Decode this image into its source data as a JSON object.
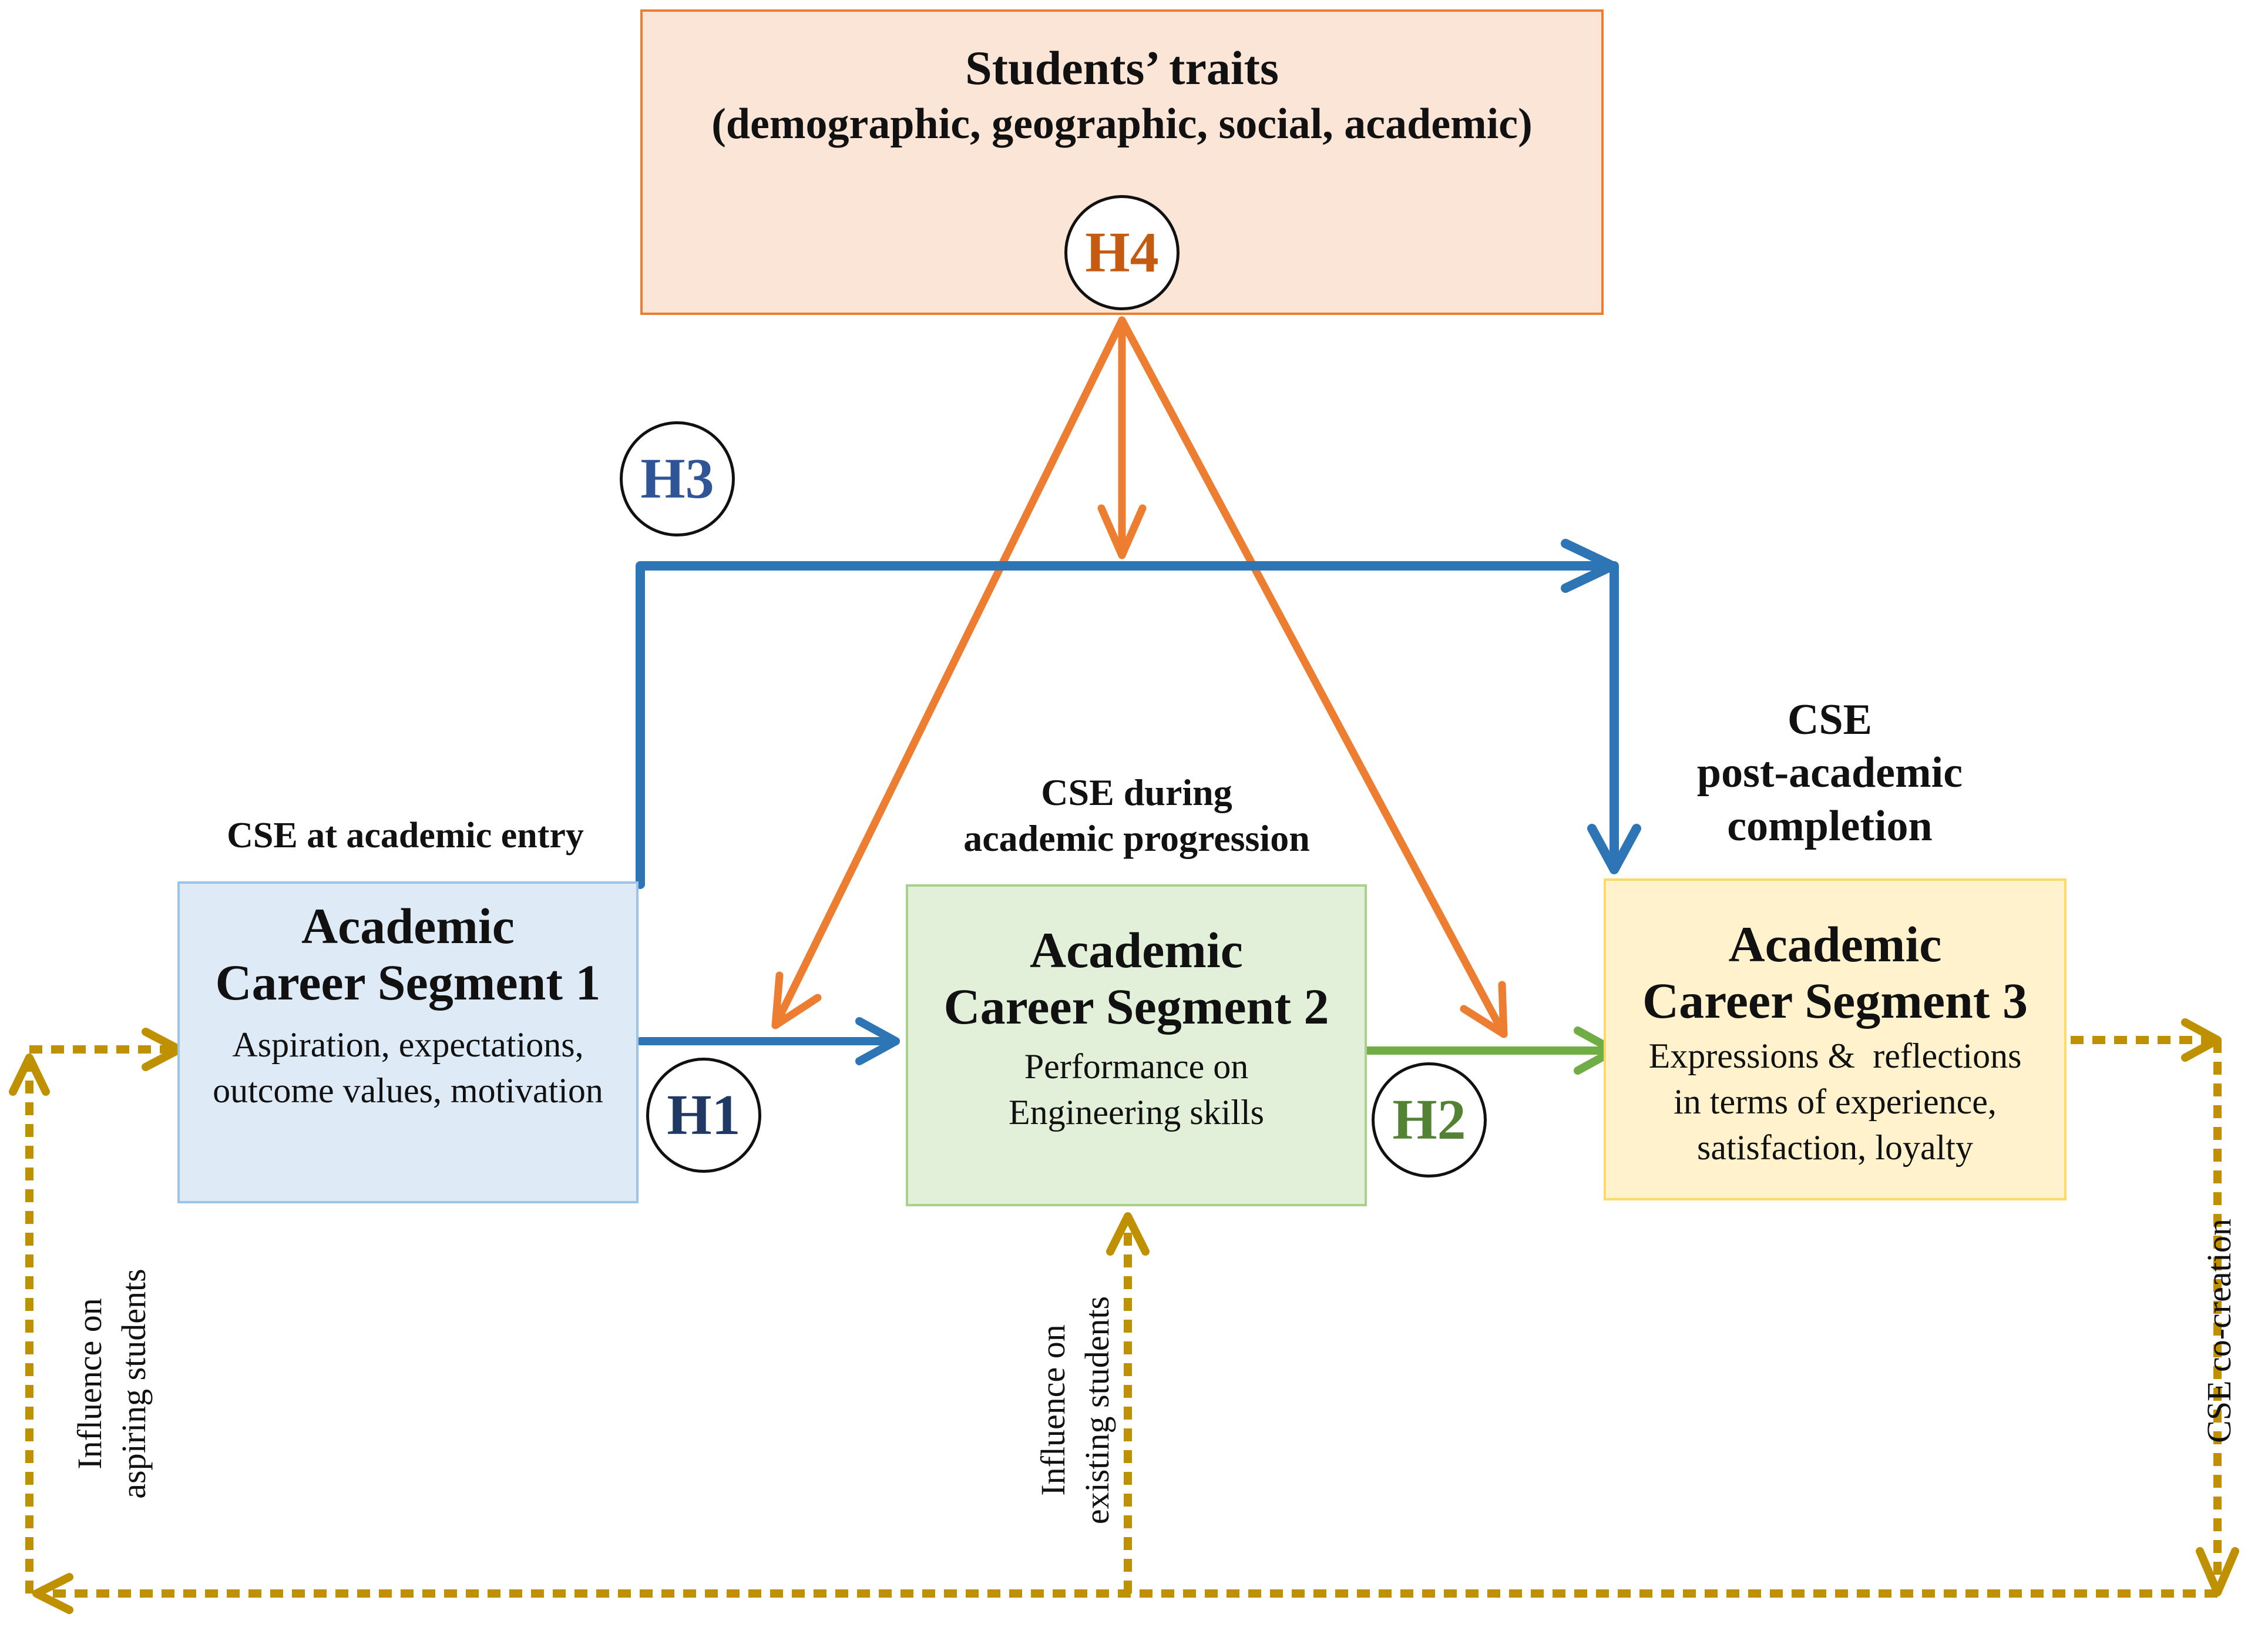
{
  "colors": {
    "orange": "#ED7D31",
    "blue": "#2E75B6",
    "green": "#70AD47",
    "gold": "#BF9000",
    "traits_fill": "#FBE5D6",
    "traits_border": "#ED7D31",
    "seg1_fill": "#DEEBF7",
    "seg1_border": "#9DC3E6",
    "seg2_fill": "#E2F0D9",
    "seg2_border": "#A9D18E",
    "seg3_fill": "#FFF2CC",
    "seg3_border": "#FFD966"
  },
  "traits": {
    "title": "Students’ traits",
    "subtitle": "(demographic, geographic, social, academic)"
  },
  "segments": [
    {
      "caption": "CSE at academic entry",
      "title_line1": "Academic",
      "title_line2": "Career Segment 1",
      "desc_line1": "Aspiration, expectations,",
      "desc_line2": "outcome values, motivation"
    },
    {
      "caption_line1": "CSE during",
      "caption_line2": "academic progression",
      "title_line1": "Academic",
      "title_line2": "Career Segment 2",
      "desc_line1": "Performance on",
      "desc_line2": "Engineering skills"
    },
    {
      "caption_line1": "CSE",
      "caption_line2": "post-academic",
      "caption_line3": "completion",
      "title_line1": "Academic",
      "title_line2": "Career Segment 3",
      "desc_line1": "Expressions &  reflections",
      "desc_line2": "in terms of experience,",
      "desc_line3": "satisfaction, loyalty"
    }
  ],
  "hypotheses": {
    "h1": "H1",
    "h2": "H2",
    "h3": "H3",
    "h4": "H4"
  },
  "feedback_labels": {
    "aspiring_line1": "Influence on",
    "aspiring_line2": "aspiring students",
    "existing_line1": "Influence on",
    "existing_line2": "existing students",
    "cocreation": "CSE co-creation"
  }
}
